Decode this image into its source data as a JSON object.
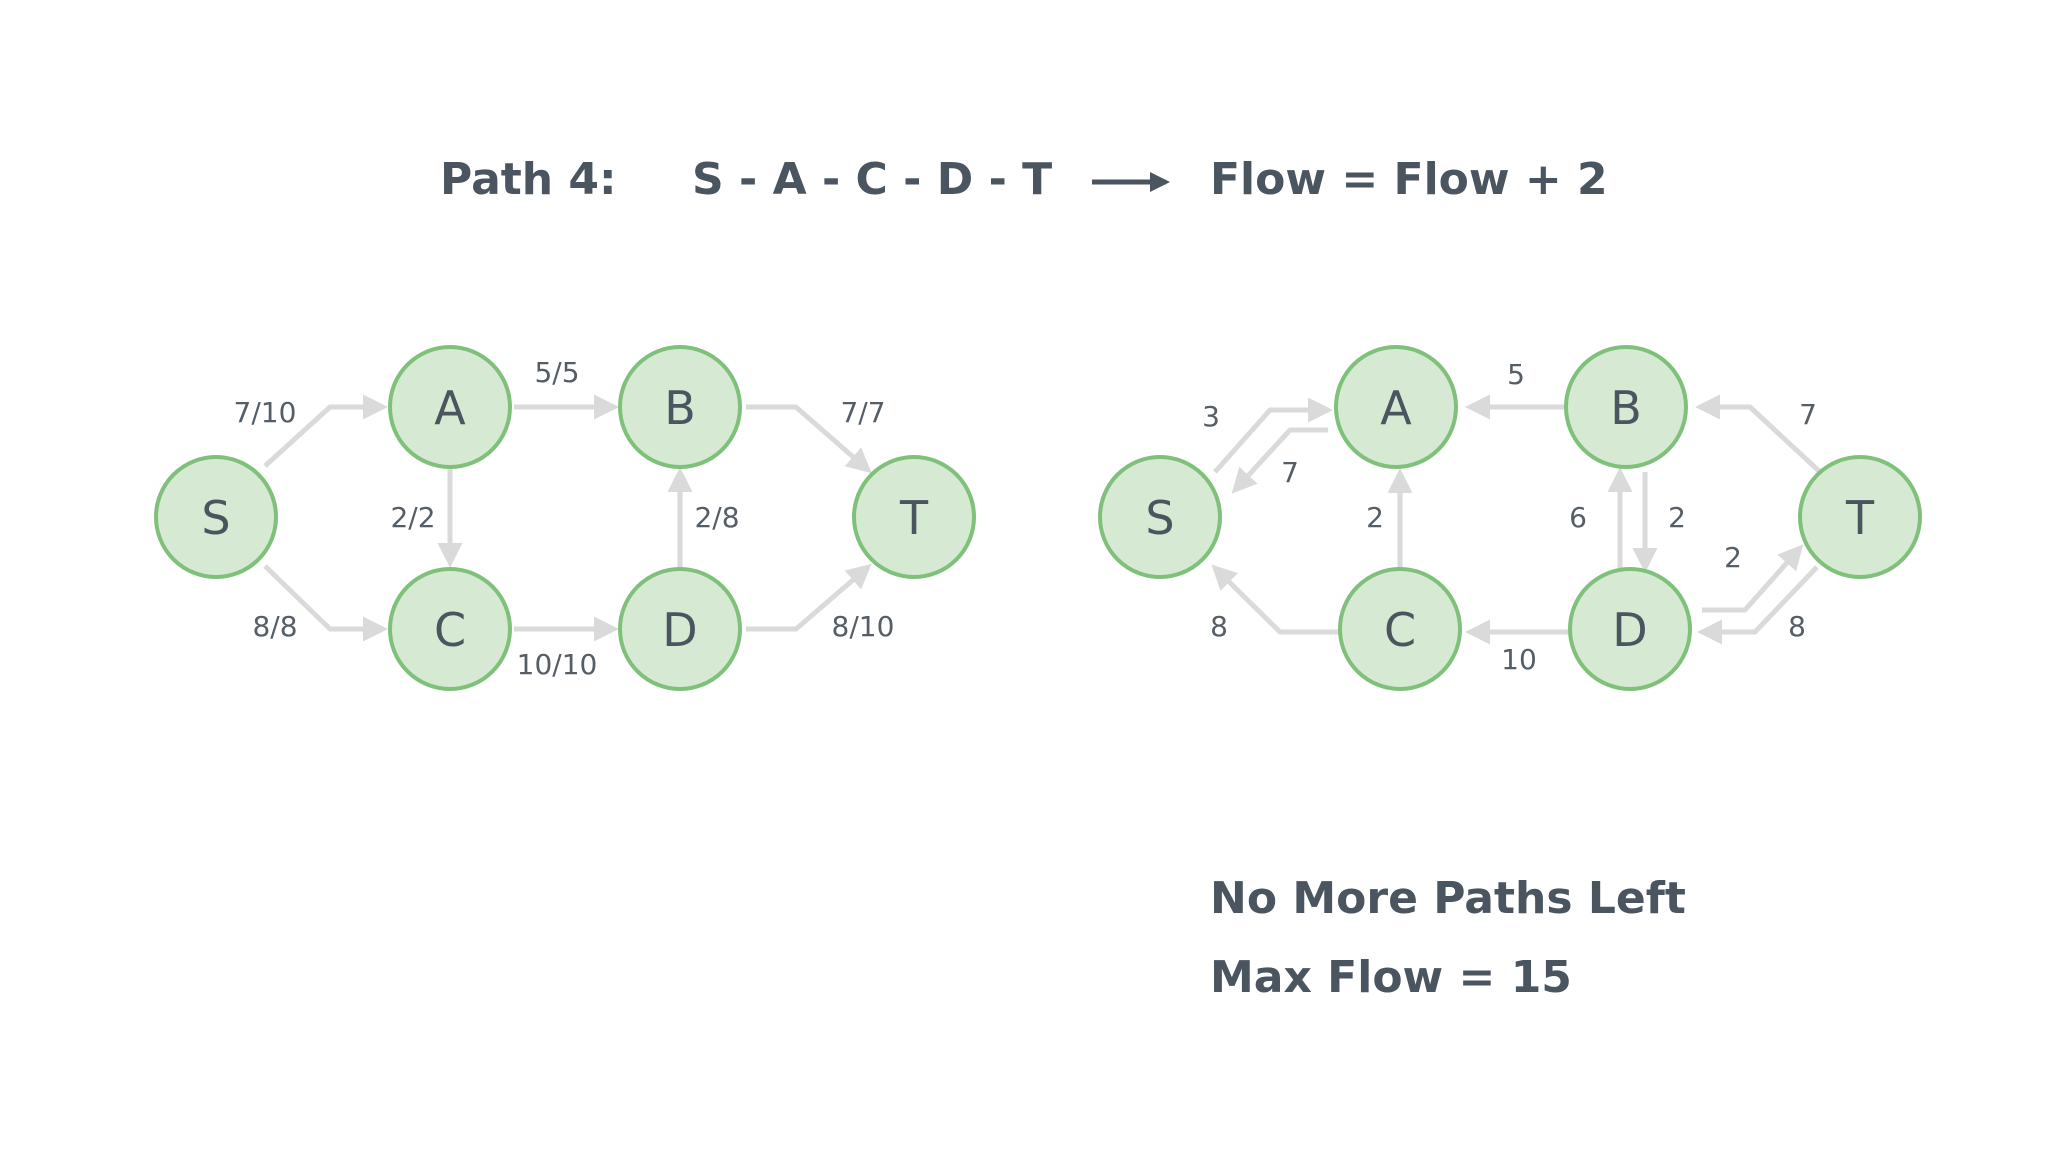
{
  "header": {
    "path_label": "Path 4:",
    "path_sequence": "S - A - C - D - T",
    "arrow_glyph": "⟶",
    "flow_update": "Flow = Flow + 2"
  },
  "flow_network": {
    "nodes": [
      {
        "id": "S",
        "label": "S"
      },
      {
        "id": "A",
        "label": "A"
      },
      {
        "id": "B",
        "label": "B"
      },
      {
        "id": "C",
        "label": "C"
      },
      {
        "id": "D",
        "label": "D"
      },
      {
        "id": "T",
        "label": "T"
      }
    ],
    "edges": [
      {
        "id": "SA",
        "from": "S",
        "to": "A",
        "label": "7/10"
      },
      {
        "id": "SC",
        "from": "S",
        "to": "C",
        "label": "8/8"
      },
      {
        "id": "AB",
        "from": "A",
        "to": "B",
        "label": "5/5"
      },
      {
        "id": "AC",
        "from": "A",
        "to": "C",
        "label": "2/2"
      },
      {
        "id": "DB",
        "from": "D",
        "to": "B",
        "label": "2/8"
      },
      {
        "id": "CD",
        "from": "C",
        "to": "D",
        "label": "10/10"
      },
      {
        "id": "BT",
        "from": "B",
        "to": "T",
        "label": "7/7"
      },
      {
        "id": "DT",
        "from": "D",
        "to": "T",
        "label": "8/10"
      }
    ]
  },
  "residual_network": {
    "nodes": [
      {
        "id": "S",
        "label": "S"
      },
      {
        "id": "A",
        "label": "A"
      },
      {
        "id": "B",
        "label": "B"
      },
      {
        "id": "C",
        "label": "C"
      },
      {
        "id": "D",
        "label": "D"
      },
      {
        "id": "T",
        "label": "T"
      }
    ],
    "edges": [
      {
        "id": "SA",
        "from": "S",
        "to": "A",
        "label": "3"
      },
      {
        "id": "AS",
        "from": "A",
        "to": "S",
        "label": "7"
      },
      {
        "id": "BA",
        "from": "B",
        "to": "A",
        "label": "5"
      },
      {
        "id": "TB",
        "from": "T",
        "to": "B",
        "label": "7"
      },
      {
        "id": "CA",
        "from": "C",
        "to": "A",
        "label": "2"
      },
      {
        "id": "DB",
        "from": "D",
        "to": "B",
        "label": "6"
      },
      {
        "id": "BD",
        "from": "B",
        "to": "D",
        "label": "2"
      },
      {
        "id": "DT",
        "from": "D",
        "to": "T",
        "label": "2"
      },
      {
        "id": "TD",
        "from": "T",
        "to": "D",
        "label": "8"
      },
      {
        "id": "DC",
        "from": "D",
        "to": "C",
        "label": "10"
      },
      {
        "id": "CS",
        "from": "C",
        "to": "S",
        "label": "8"
      }
    ]
  },
  "footer": {
    "status": "No More Paths Left",
    "result": "Max Flow = 15"
  },
  "colors": {
    "node_fill": "#d6e9d2",
    "node_stroke": "#7fc17a",
    "edge": "#dadada",
    "text": "#4a5560"
  }
}
